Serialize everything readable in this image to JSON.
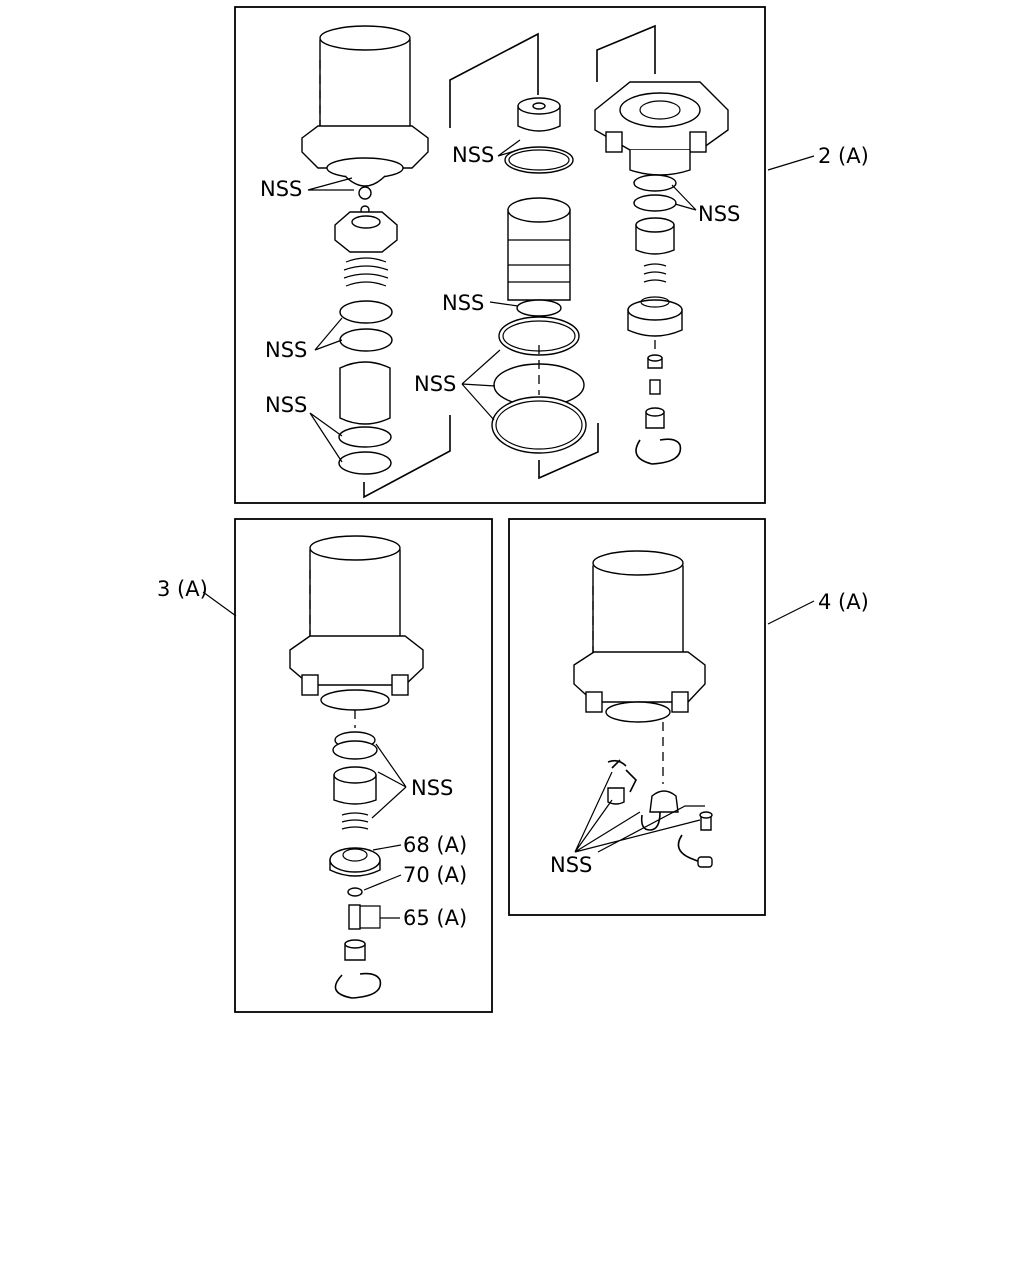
{
  "labels": {
    "nss": "NSS",
    "ref_2a": "2 (A)",
    "ref_3a": "3 (A)",
    "ref_4a": "4 (A)",
    "ref_68a": "68 (A)",
    "ref_70a": "70 (A)",
    "ref_65a": "65 (A)"
  }
}
